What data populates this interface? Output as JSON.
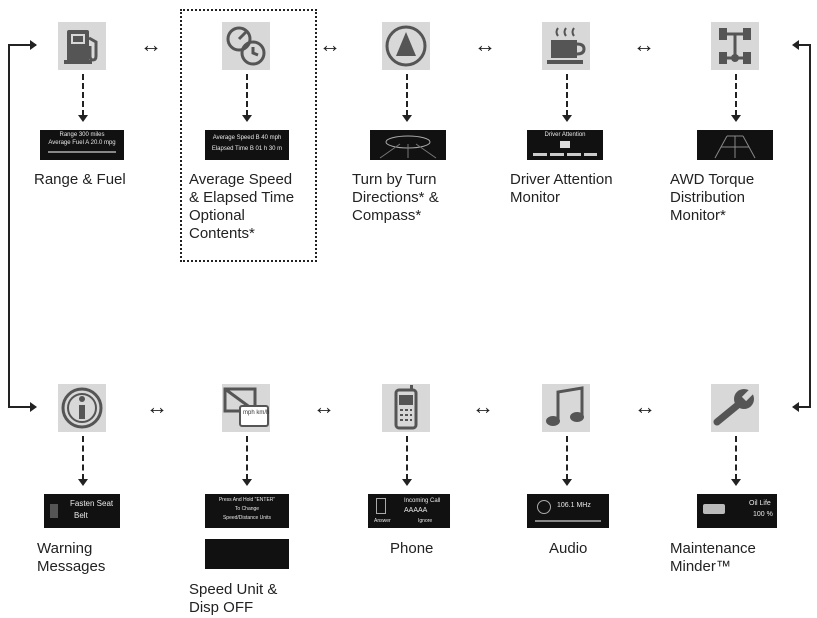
{
  "separator": "↔",
  "top_row": [
    {
      "icon": "fuel-pump-icon",
      "label": "Range & Fuel",
      "screen": {
        "line1": "Range  300 miles",
        "line2": "Average Fuel A  20.0 mpg"
      }
    },
    {
      "icon": "average-speed-icon",
      "label": "Average Speed\n& Elapsed Time\nOptional\nContents*",
      "screen": {
        "line1": "Average Speed B  40 mph",
        "line2": "Elapsed Time B  01 h 30 m"
      }
    },
    {
      "icon": "compass-icon",
      "label": "Turn by Turn\nDirections* &\nCompass*",
      "screen": {}
    },
    {
      "icon": "coffee-cup-icon",
      "label": "Driver Attention\nMonitor",
      "screen": {
        "line1": "Driver Attention"
      }
    },
    {
      "icon": "awd-drivetrain-icon",
      "label": "AWD Torque\nDistribution\nMonitor*",
      "screen": {}
    }
  ],
  "bottom_row": [
    {
      "icon": "info-icon",
      "label": "Warning\nMessages",
      "screen": {
        "line1": "Fasten Seat",
        "line2": "Belt"
      }
    },
    {
      "icon": "speed-unit-icon",
      "icon_text": "mph\nkm/h",
      "label": "Speed Unit &\nDisp OFF",
      "screen": {
        "line1": "Press And Hold \"ENTER\"",
        "line2": "To Change",
        "line3": "Speed/Distance Units"
      }
    },
    {
      "icon": "phone-icon",
      "label": "Phone",
      "screen": {
        "line1": "Incoming Call",
        "line2": "AAAAA",
        "line3": "Answer",
        "line4": "Ignore"
      }
    },
    {
      "icon": "music-note-icon",
      "label": "Audio",
      "screen": {
        "line1": "106.1 MHz"
      }
    },
    {
      "icon": "wrench-icon",
      "label": "Maintenance\nMinder™",
      "screen": {
        "line1": "Oil Life",
        "line2": "100 %"
      }
    }
  ]
}
